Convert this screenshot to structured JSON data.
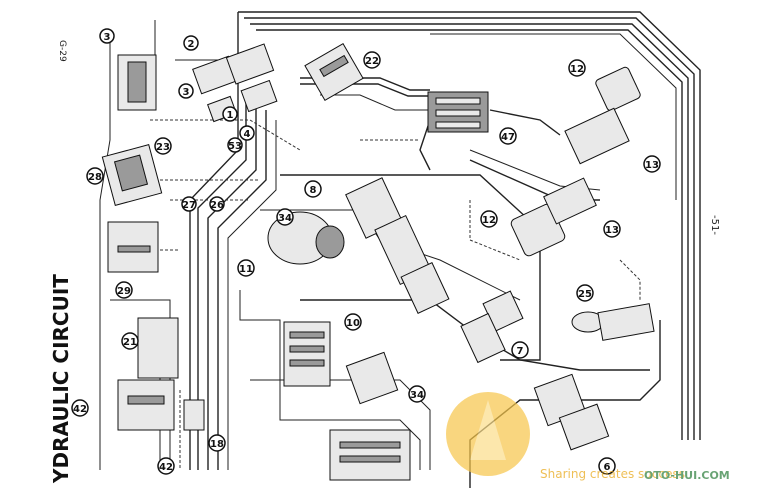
{
  "page": {
    "code": "G-29",
    "number": "-51-",
    "title": "YDRAULIC CIRCUIT"
  },
  "components": [
    {
      "id": "3a",
      "num": "3"
    },
    {
      "id": "2",
      "num": "2"
    },
    {
      "id": "3b",
      "num": "3"
    },
    {
      "id": "1",
      "num": "1"
    },
    {
      "id": "4",
      "num": "4"
    },
    {
      "id": "22",
      "num": "22"
    },
    {
      "id": "12a",
      "num": "12"
    },
    {
      "id": "47",
      "num": "47"
    },
    {
      "id": "23",
      "num": "23"
    },
    {
      "id": "53",
      "num": "53"
    },
    {
      "id": "28",
      "num": "28"
    },
    {
      "id": "8",
      "num": "8"
    },
    {
      "id": "27",
      "num": "27"
    },
    {
      "id": "26",
      "num": "26"
    },
    {
      "id": "34a",
      "num": "34"
    },
    {
      "id": "12b",
      "num": "12"
    },
    {
      "id": "13a",
      "num": "13"
    },
    {
      "id": "13b",
      "num": "13"
    },
    {
      "id": "11",
      "num": "11"
    },
    {
      "id": "29",
      "num": "29"
    },
    {
      "id": "25",
      "num": "25"
    },
    {
      "id": "21",
      "num": "21"
    },
    {
      "id": "10",
      "num": "10"
    },
    {
      "id": "7",
      "num": "7"
    },
    {
      "id": "34b",
      "num": "34"
    },
    {
      "id": "42a",
      "num": "42"
    },
    {
      "id": "18",
      "num": "18"
    },
    {
      "id": "42b",
      "num": "42"
    },
    {
      "id": "6",
      "num": "6"
    }
  ],
  "watermark": {
    "brand": "OTO-HUI.COM",
    "tagline": "Sharing creates success",
    "color": "#f5b92a"
  }
}
